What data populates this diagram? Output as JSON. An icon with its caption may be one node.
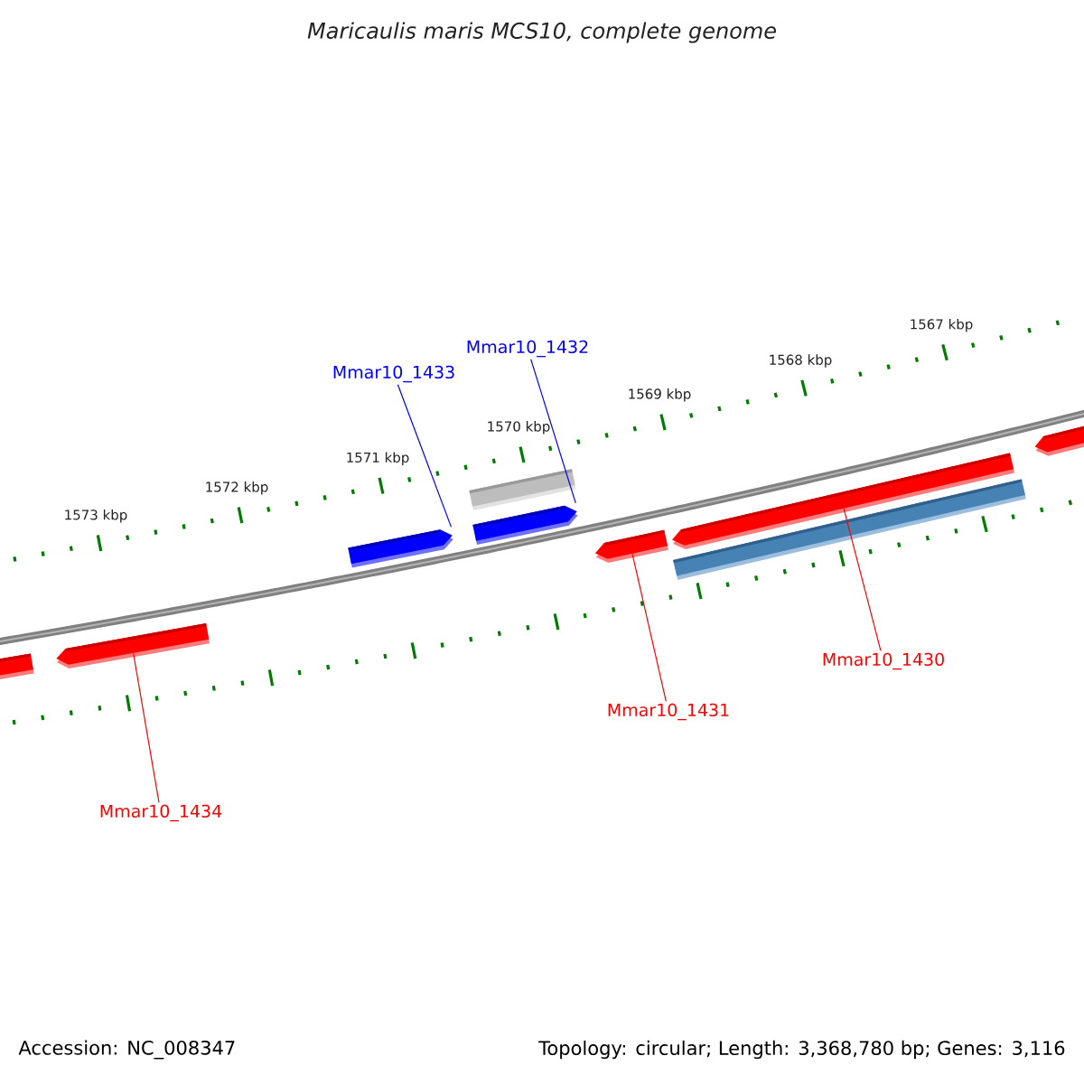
{
  "diagram": {
    "title": "Maricaulis maris MCS10, complete genome",
    "nodes": [
      {
        "text": [
          "Mmar10_1433"
        ]
      },
      {
        "text": [
          "Mmar10_1432"
        ]
      },
      {
        "text": [],
        "shape": "arrow"
      },
      {
        "text": [],
        "shape": "arrow"
      },
      {
        "text": [],
        "shape": "arrow"
      },
      {
        "text": [],
        "shape": "arrow"
      },
      {
        "text": [],
        "shape": "arrow"
      },
      {
        "text": [
          "Mmar10_1430"
        ]
      },
      {
        "text": [
          "Mmar10_1431"
        ]
      },
      {
        "text": [
          "Mmar10_1434"
        ]
      },
      {
        "text": [],
        "shape": "arrow"
      },
      {
        "text": [],
        "shape": "box"
      },
      {
        "text": [],
        "shape": "box"
      },
      {
        "text": [],
        "shape": "arrow"
      }
    ],
    "edges": [
      {
        "from": 0,
        "to": 2,
        "arrow": "none",
        "color": "#0000ff"
      },
      {
        "from": 1,
        "to": 3,
        "arrow": "none",
        "color": "#0000ff"
      },
      {
        "from": 8,
        "to": 4,
        "arrow": "none"
      },
      {
        "from": 7,
        "to": 5,
        "arrow": "none"
      },
      {
        "from": 9,
        "to": 6,
        "arrow": "none"
      }
    ],
    "labels": [
      "1567 kbp",
      "1568 kbp",
      "1569 kbp",
      "1570 kbp",
      "1571 kbp",
      "1572 kbp",
      "1573 kbp",
      "Accession: NC_008347",
      "Topology: circular; Length: 3,368,780 bp; Genes: 3,116"
    ]
  }
}
